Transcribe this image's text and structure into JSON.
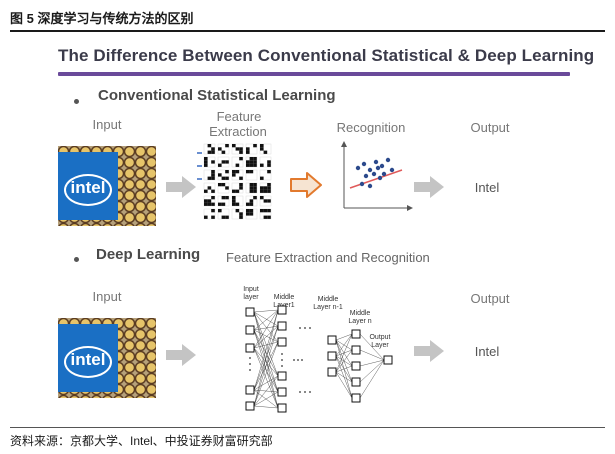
{
  "caption": "图 5 深度学习与传统方法的区别",
  "source": "资料来源：京都大学、Intel、中投证券财富研究部",
  "slide": {
    "title": "The Difference Between Conventional Statistical & Deep Learning",
    "accent_color": "#6a4a9a"
  },
  "conventional": {
    "heading": "Conventional Statistical Learning",
    "input_label": "Input",
    "feature_label_1": "Feature",
    "feature_label_2": "Extraction",
    "recognition_label": "Recognition",
    "output_label": "Output",
    "output_value": "Intel",
    "chip_text": "intel",
    "arrow_highlight_color": "#e27a2e"
  },
  "deep": {
    "heading": "Deep Learning",
    "sub_heading": "Feature Extraction and Recognition",
    "input_label": "Input",
    "output_label": "Output",
    "output_value": "Intel",
    "chip_text": "intel",
    "layer_input_1": "Input",
    "layer_input_2": "layer",
    "layer_mid1_1": "Middle",
    "layer_mid1_2": "Layer1",
    "layer_midn1_1": "Middle",
    "layer_midn1_2": "Layer n-1",
    "layer_midn_1": "Middle",
    "layer_midn_2": "Layer n",
    "layer_out_1": "Output",
    "layer_out_2": "Layer"
  }
}
